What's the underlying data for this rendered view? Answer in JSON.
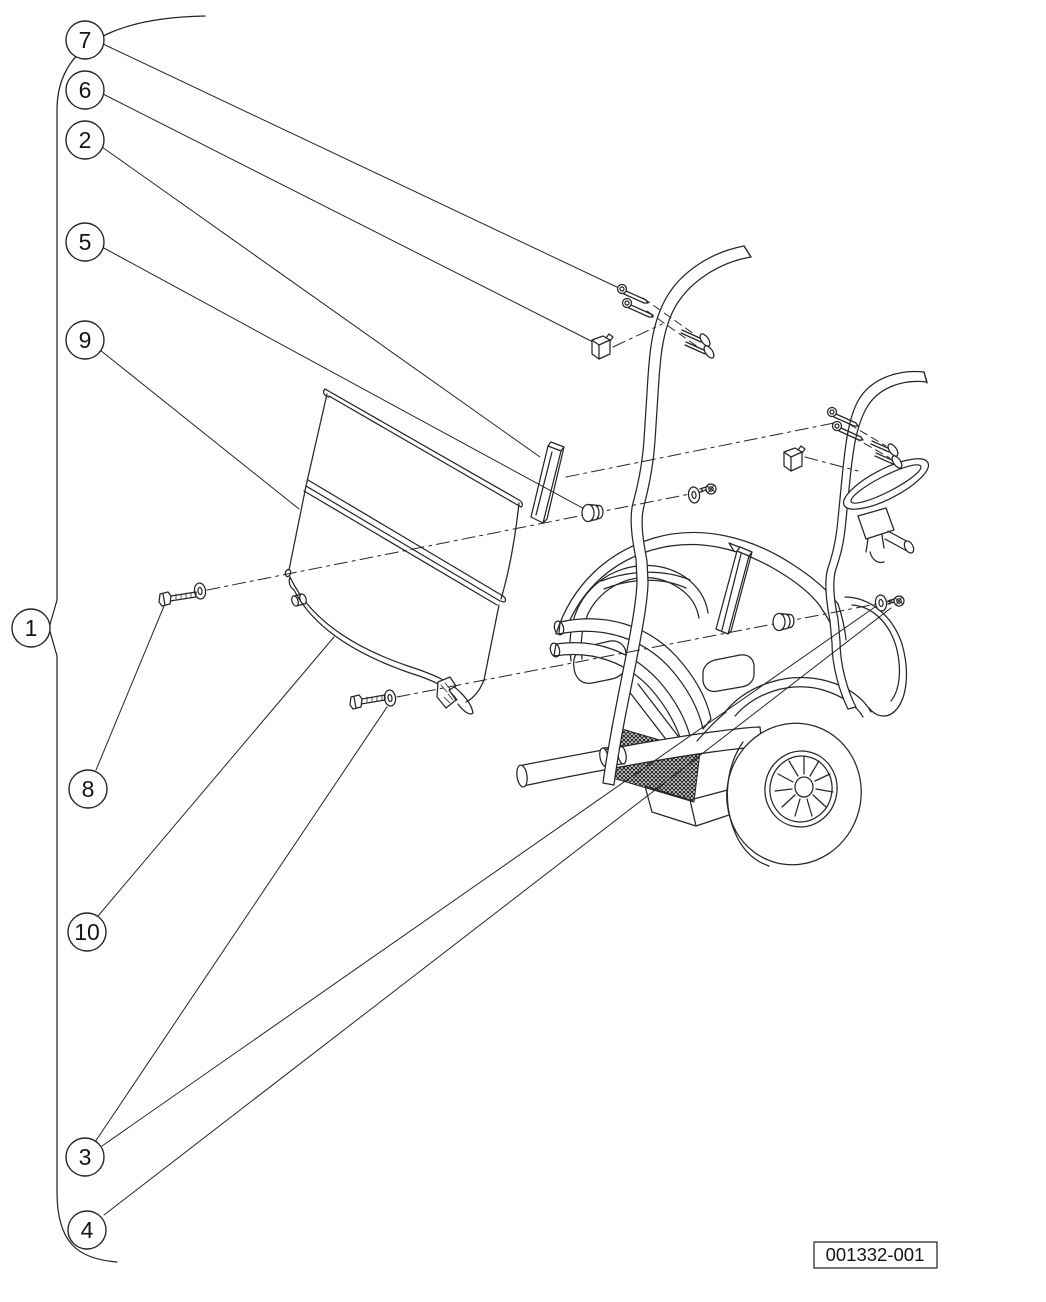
{
  "figure": {
    "callouts": {
      "item1": "1",
      "item2": "2",
      "item3": "3",
      "item4": "4",
      "item5": "5",
      "item6": "6",
      "item7": "7",
      "item8": "8",
      "item9": "9",
      "item10": "10"
    },
    "part_number": "001332-001"
  }
}
